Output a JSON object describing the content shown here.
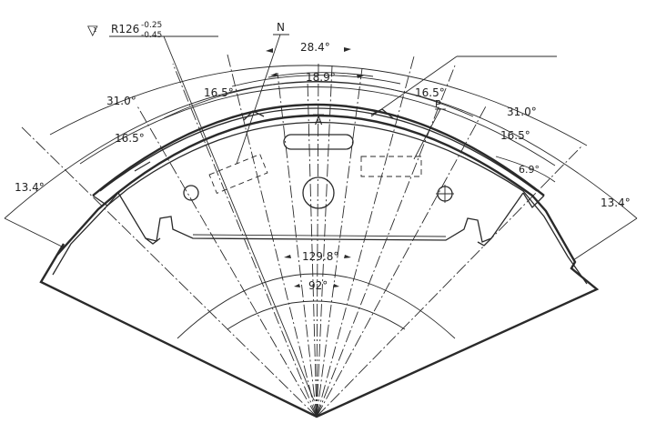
{
  "tolerance": {
    "symbol": "▽",
    "symbol_mark": "1",
    "radius_label": "R126",
    "upper_deviation": "-0.25",
    "lower_deviation": "-0.45"
  },
  "labels": {
    "view_n": "N",
    "view_p": "P",
    "view_a": "A"
  },
  "dimensions": {
    "arc_top": "28.4°",
    "arc_inner_top": "18.9°",
    "left_31": "31.0°",
    "right_31": "31.0°",
    "left_16_5_upper": "16.5°",
    "left_16_5_lower": "16.5°",
    "right_16_5_upper": "16.5°",
    "right_16_5_lower": "16.5°",
    "left_13_4": "13.4°",
    "right_13_4": "13.4°",
    "right_6_9": "6.9°",
    "center_129_8": "129.8°",
    "center_92": "92°"
  }
}
